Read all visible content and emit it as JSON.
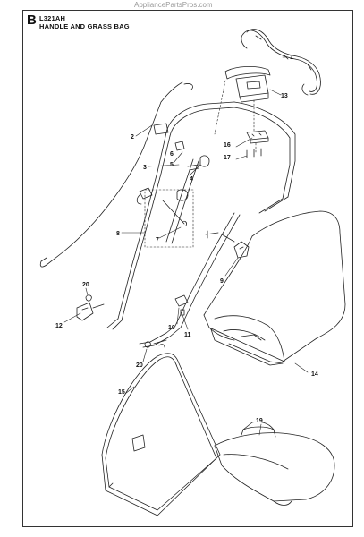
{
  "watermark": "AppliancePartsPros.com",
  "header": {
    "section_letter": "B",
    "model": "L321AH",
    "title": "HANDLE AND GRASS BAG"
  },
  "callouts": [
    "1",
    "2",
    "3",
    "4",
    "5",
    "6",
    "7",
    "8",
    "9",
    "10",
    "11",
    "12",
    "13",
    "14",
    "15",
    "16",
    "17",
    "19",
    "20",
    "20"
  ]
}
